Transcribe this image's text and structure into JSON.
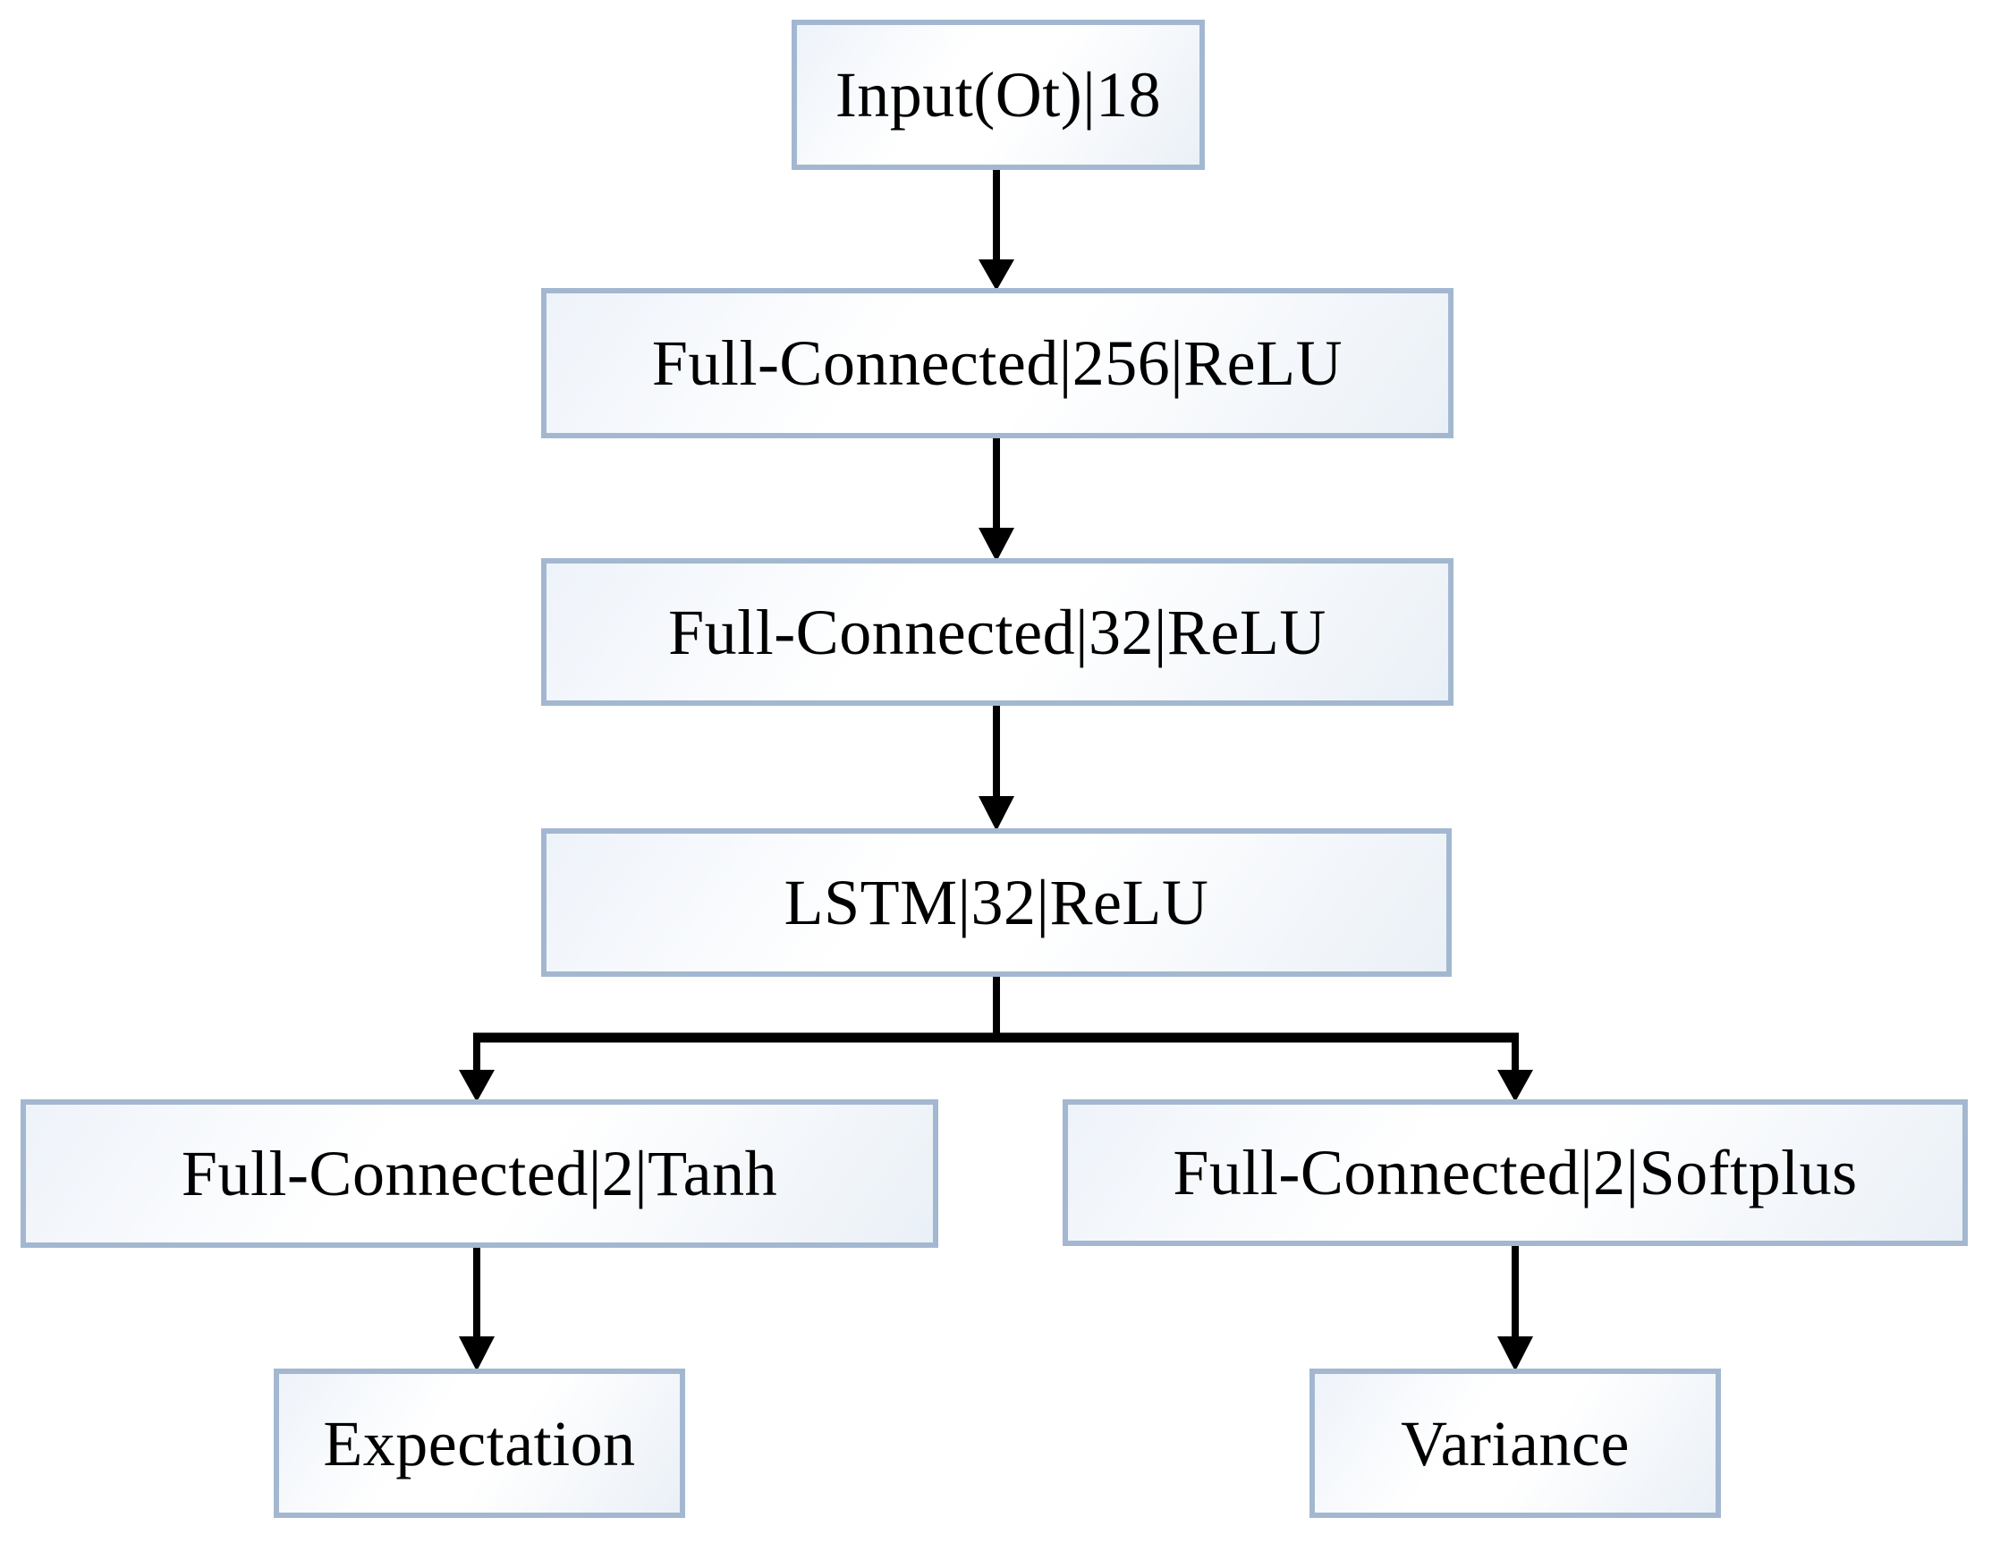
{
  "diagram": {
    "type": "flowchart",
    "description": "Neural network architecture flow diagram",
    "nodes": {
      "input": {
        "label": "Input(Ot)|18"
      },
      "fc256": {
        "label": "Full-Connected|256|ReLU"
      },
      "fc32": {
        "label": "Full-Connected|32|ReLU"
      },
      "lstm": {
        "label": "LSTM|32|ReLU"
      },
      "fc2_tanh": {
        "label": "Full-Connected|2|Tanh"
      },
      "fc2_softplus": {
        "label": "Full-Connected|2|Softplus"
      },
      "expectation": {
        "label": "Expectation"
      },
      "variance": {
        "label": "Variance"
      }
    },
    "edges": [
      {
        "from": "input",
        "to": "fc256"
      },
      {
        "from": "fc256",
        "to": "fc32"
      },
      {
        "from": "fc32",
        "to": "lstm"
      },
      {
        "from": "lstm",
        "to": "fc2_tanh"
      },
      {
        "from": "lstm",
        "to": "fc2_softplus"
      },
      {
        "from": "fc2_tanh",
        "to": "expectation"
      },
      {
        "from": "fc2_softplus",
        "to": "variance"
      }
    ],
    "colors": {
      "box_border": "#a3b8d0",
      "box_fill_a": "#eef3fa",
      "box_fill_b": "#ffffff",
      "box_fill_c": "#eaf0f7",
      "arrow": "#000000",
      "text": "#000000",
      "background": "#ffffff"
    }
  }
}
